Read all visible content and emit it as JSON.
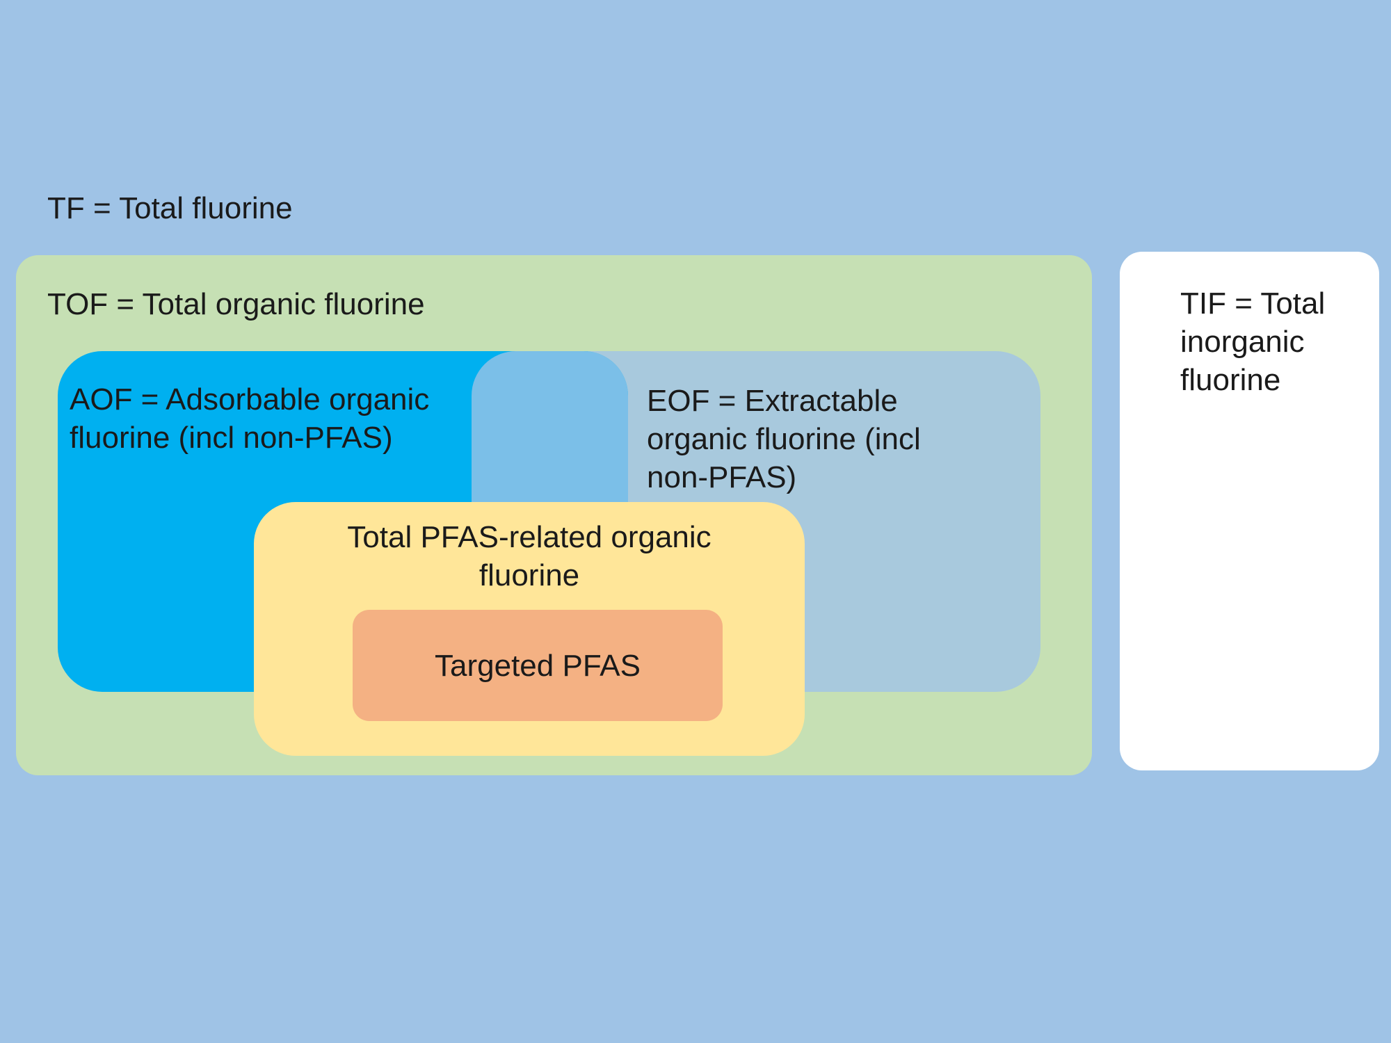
{
  "diagram": {
    "tf": {
      "label": "TF = Total fluorine"
    },
    "tof": {
      "label": "TOF = Total organic fluorine"
    },
    "aof": {
      "label_lines": [
        "AOF = Adsorbable organic",
        "fluorine (incl non-PFAS)"
      ]
    },
    "eof": {
      "label_lines": [
        "EOF = Extractable",
        "organic fluorine (incl",
        "non-PFAS)"
      ]
    },
    "total_pfas": {
      "label_lines": [
        "Total PFAS-related organic",
        "fluorine"
      ]
    },
    "targeted_pfas": {
      "label": "Targeted PFAS"
    },
    "tif": {
      "label_lines": [
        "TIF = Total",
        "inorganic",
        "fluorine"
      ]
    },
    "colors": {
      "background": "#9fc3e6",
      "tof": "#c6e0b4",
      "aof": "#00b0f0",
      "eof": "#a8c9dd",
      "aof_eof_overlap": "#7bbfe8",
      "total_pfas": "#ffe699",
      "targeted_pfas": "#f4b183",
      "tif": "#ffffff"
    }
  }
}
